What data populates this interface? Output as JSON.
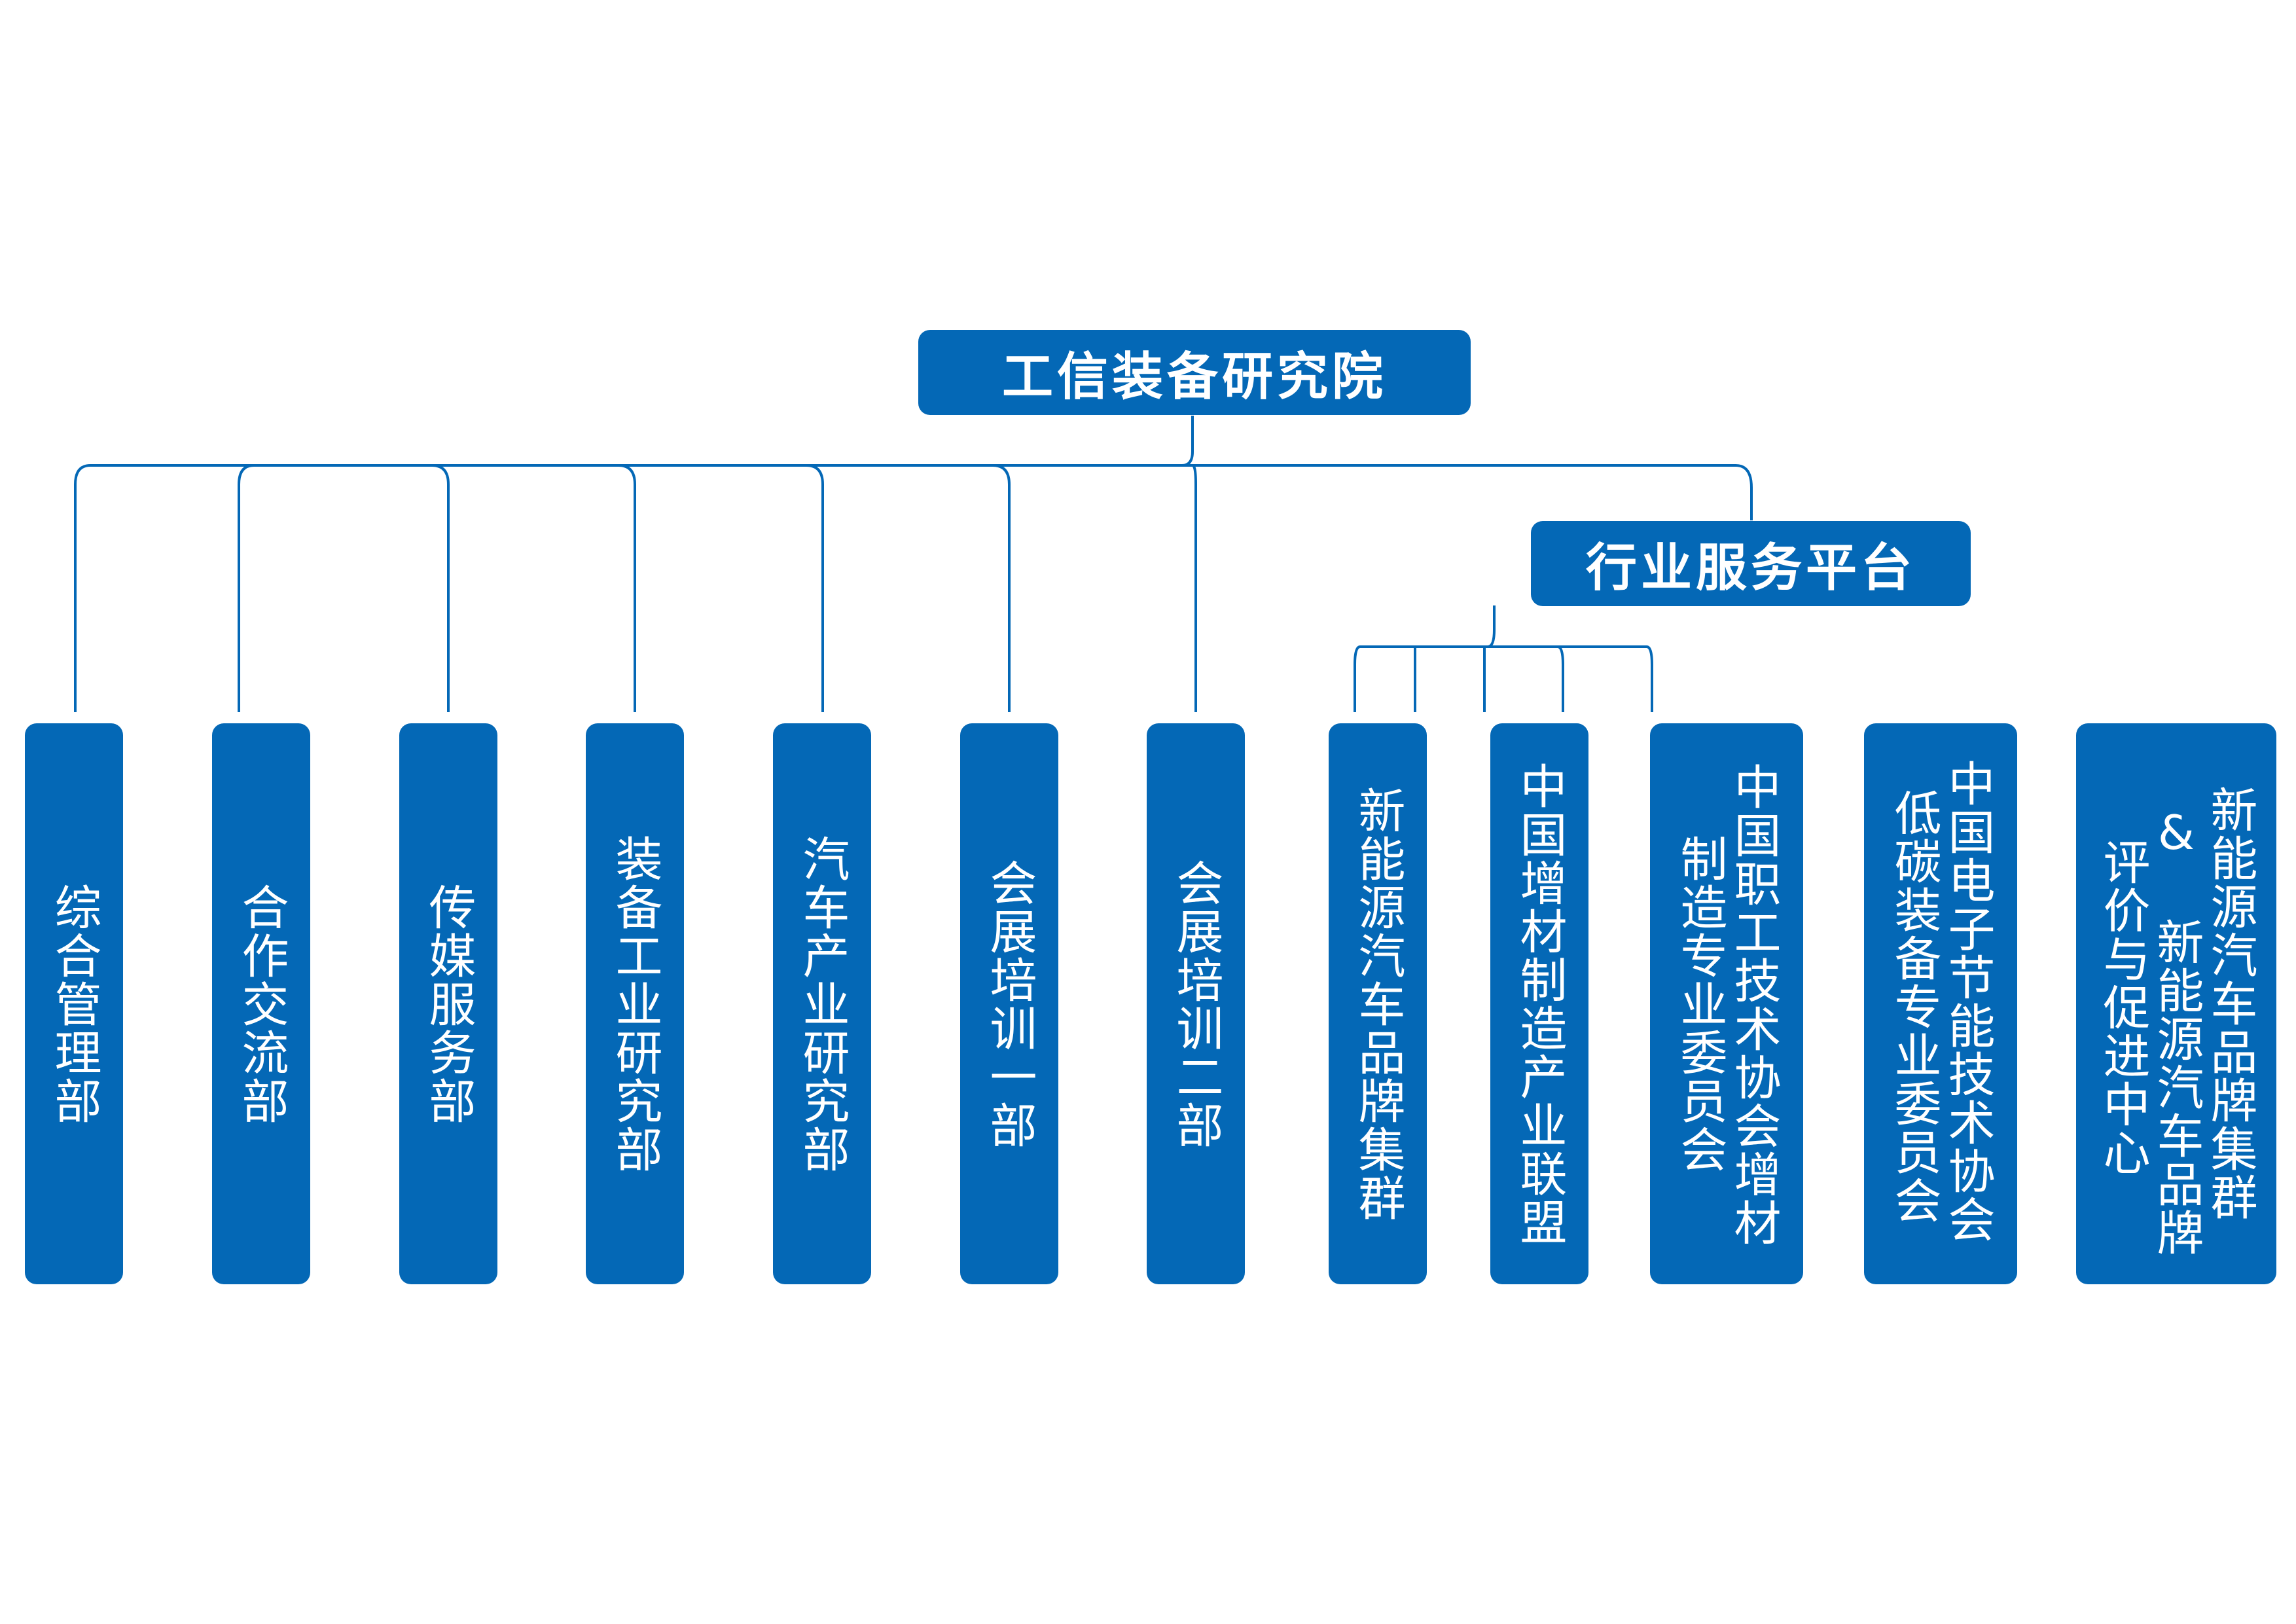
{
  "root": {
    "label": "工信装备研究院"
  },
  "platform": {
    "label": "行业服务平台"
  },
  "departments": [
    {
      "lines": [
        "综合管理部"
      ]
    },
    {
      "lines": [
        "合作交流部"
      ]
    },
    {
      "lines": [
        "传媒服务部"
      ]
    },
    {
      "lines": [
        "装备工业研究部"
      ]
    },
    {
      "lines": [
        "汽车产业研究部"
      ]
    },
    {
      "lines": [
        "会展培训一部"
      ]
    },
    {
      "lines": [
        "会展培训二部"
      ]
    }
  ],
  "platform_units": [
    {
      "lines": [
        "新能源汽车品牌集群"
      ]
    },
    {
      "lines": [
        "中国增材制造产业联盟"
      ]
    },
    {
      "lines": [
        "中国职工技术协会增材",
        "制造专业委员会"
      ]
    },
    {
      "lines": [
        "中国电子节能技术协会",
        "低碳装备专业委员会"
      ]
    },
    {
      "lines": [
        "新能源汽车品牌集群",
        "& 新能源汽车品牌",
        "评价与促进中心"
      ]
    }
  ],
  "colors": {
    "node_fill": "#0468b6",
    "connector": "#0468b6",
    "text": "#ffffff"
  }
}
